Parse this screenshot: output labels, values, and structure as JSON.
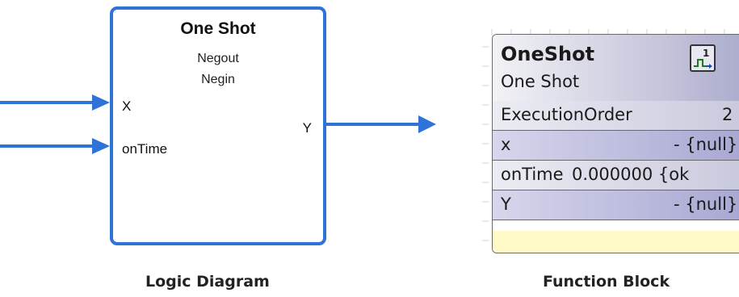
{
  "logic_diagram": {
    "title": "One Shot",
    "sub_lines": [
      "Negout",
      "Negin"
    ],
    "inputs": [
      "X",
      "onTime"
    ],
    "output": "Y",
    "accent_color": "#2f72d8",
    "caption": "Logic Diagram"
  },
  "function_block": {
    "name": "OneShot",
    "type": "One Shot",
    "icon": "one-shot-pulse-icon",
    "rows": [
      {
        "label": "ExecutionOrder",
        "value": "2"
      },
      {
        "label": "x",
        "value": "- {null}"
      },
      {
        "label": "onTime",
        "value": "0.000000 {ok"
      },
      {
        "label": "Y",
        "value": "- {null}"
      }
    ],
    "caption": "Function Block"
  }
}
